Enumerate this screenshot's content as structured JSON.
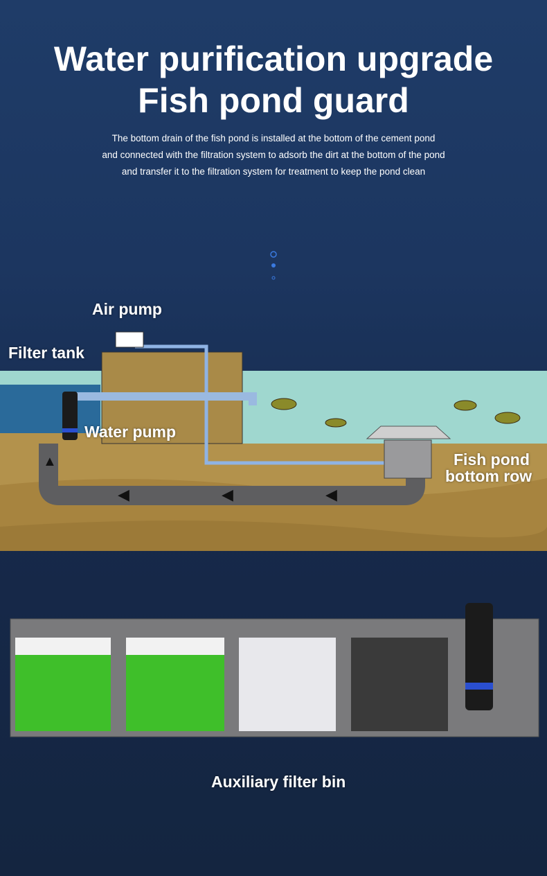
{
  "header": {
    "title_line1": "Water purification upgrade",
    "title_line2": "Fish pond guard",
    "description": [
      "The bottom drain of the fish pond is installed at the bottom of the cement pond",
      "and connected with the filtration system to adsorb the dirt at the bottom of the pond",
      "and transfer it to the filtration system for treatment to keep the pond clean"
    ]
  },
  "diagram": {
    "labels": {
      "air_pump": "Air pump",
      "filter_tank": "Filter tank",
      "water_pump": "Water pump",
      "bottom_drain_line1": "Fish pond",
      "bottom_drain_line2": "bottom row",
      "filter_bin": "Auxiliary filter bin"
    },
    "colors": {
      "water": "#9fd7cf",
      "soil": "#b3924c",
      "pipe_gray": "#5e5e60",
      "air_line": "#8fb3e3",
      "bio_media": "#3fbf2a"
    }
  }
}
